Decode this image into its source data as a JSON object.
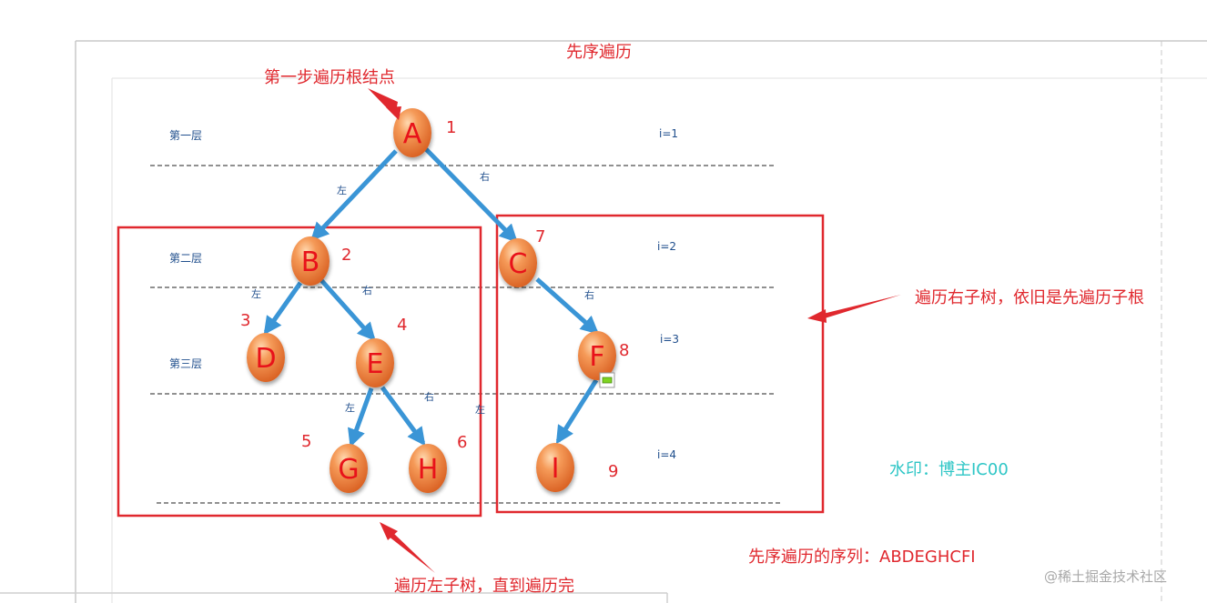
{
  "title": "先序遍历",
  "nodes": [
    {
      "id": "A",
      "label": "A",
      "order": "1"
    },
    {
      "id": "B",
      "label": "B",
      "order": "2"
    },
    {
      "id": "C",
      "label": "C",
      "order": "7"
    },
    {
      "id": "D",
      "label": "D",
      "order": "3"
    },
    {
      "id": "E",
      "label": "E",
      "order": "4"
    },
    {
      "id": "F",
      "label": "F",
      "order": "8"
    },
    {
      "id": "G",
      "label": "G",
      "order": "5"
    },
    {
      "id": "H",
      "label": "H",
      "order": "6"
    },
    {
      "id": "I",
      "label": "I",
      "order": "9"
    }
  ],
  "edges": [
    {
      "from": "A",
      "to": "B",
      "label": "左"
    },
    {
      "from": "A",
      "to": "C",
      "label": "右"
    },
    {
      "from": "B",
      "to": "D",
      "label": "左"
    },
    {
      "from": "B",
      "to": "E",
      "label": "右"
    },
    {
      "from": "C",
      "to": "F",
      "label": "右"
    },
    {
      "from": "E",
      "to": "G",
      "label": "左"
    },
    {
      "from": "E",
      "to": "H",
      "label": "右"
    },
    {
      "from": "F",
      "to": "I",
      "label": "左"
    }
  ],
  "levels": [
    {
      "name": "第一层",
      "index": "i=1"
    },
    {
      "name": "第二层",
      "index": "i=2"
    },
    {
      "name": "第三层",
      "index": "i=3"
    },
    {
      "name": "",
      "index": "i=4"
    }
  ],
  "annotations": {
    "root_step": "第一步遍历根结点",
    "right_subtree": "遍历右子树，依旧是先遍历子根",
    "left_subtree": "遍历左子树，直到遍历完",
    "watermark": "水印：博主IC00",
    "sequence": "先序遍历的序列：ABDEGHCFI",
    "corner": "@稀土掘金技术社区"
  },
  "colors": {
    "edge": "#3a95d6",
    "node_fill": "#ee7a3a",
    "node_label": "#e8121a",
    "box": "#e0282e",
    "watermark": "#2ec6c6"
  }
}
